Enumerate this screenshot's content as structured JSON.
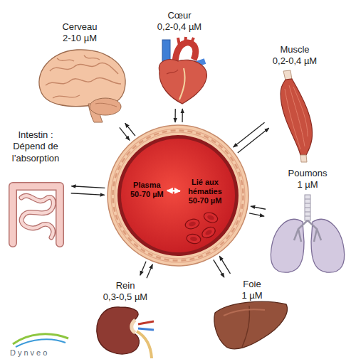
{
  "diagram": {
    "nodes": [
      {
        "text": [
          "Cœur",
          "0,2-0,4 µM"
        ]
      },
      {
        "text": [
          "Cerveau",
          "2-10 µM"
        ]
      },
      {
        "text": [
          "Muscle",
          "0,2-0,4 µM"
        ]
      },
      {
        "text": []
      },
      {
        "text": [
          "Plasma",
          "50-70 µM"
        ],
        "in": 3
      },
      {
        "text": [
          "Lié aux hématies",
          "50-70 µM"
        ],
        "in": 3
      },
      {
        "text": [
          "Intestin : Dépend de l’absorption"
        ]
      },
      {
        "text": [
          "Poumons",
          "1 µM"
        ]
      },
      {
        "text": [
          "Rein",
          "0,3-0,5 µM"
        ]
      },
      {
        "text": [
          "Foie",
          "1 µM"
        ]
      }
    ],
    "edges": [
      {
        "from": 0,
        "to": 3,
        "arrow": "to"
      },
      {
        "from": 3,
        "to": 0,
        "arrow": "to"
      },
      {
        "from": 1,
        "to": 3,
        "arrow": "to"
      },
      {
        "from": 3,
        "to": 1,
        "arrow": "to"
      },
      {
        "from": 2,
        "to": 3,
        "arrow": "to"
      },
      {
        "from": 3,
        "to": 2,
        "arrow": "to"
      },
      {
        "from": 6,
        "to": 3,
        "arrow": "to"
      },
      {
        "from": 3,
        "to": 6,
        "arrow": "to"
      },
      {
        "from": 7,
        "to": 3,
        "arrow": "to"
      },
      {
        "from": 3,
        "to": 7,
        "arrow": "to"
      },
      {
        "from": 8,
        "to": 3,
        "arrow": "to"
      },
      {
        "from": 3,
        "to": 8,
        "arrow": "to"
      },
      {
        "from": 9,
        "to": 3,
        "arrow": "to"
      },
      {
        "from": 3,
        "to": 9,
        "arrow": "to"
      },
      {
        "from": 4,
        "to": 5,
        "arrow": "both"
      }
    ],
    "labels": [
      "Dynveo"
    ]
  }
}
